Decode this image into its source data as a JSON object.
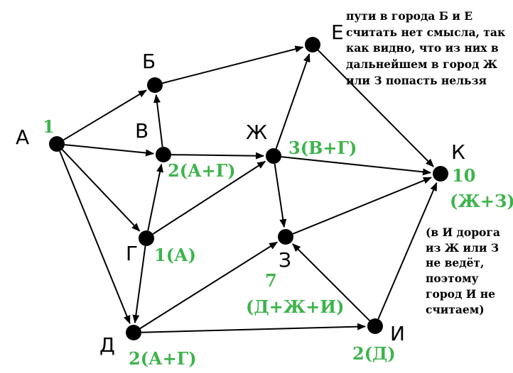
{
  "colors": {
    "ink": "#000000",
    "count": "#3cb44b"
  },
  "nodes": {
    "A": {
      "label": "А"
    },
    "B": {
      "label": "Б"
    },
    "V": {
      "label": "В"
    },
    "G": {
      "label": "Г"
    },
    "D": {
      "label": "Д"
    },
    "E": {
      "label": "Е"
    },
    "ZH": {
      "label": "Ж"
    },
    "Z": {
      "label": "З"
    },
    "I": {
      "label": "И"
    },
    "K": {
      "label": "К"
    }
  },
  "counts": {
    "A": "1",
    "V": "2(А+Г)",
    "G": "1(А)",
    "D": "2(А+Г)",
    "ZH": "3(В+Г)",
    "Z_num": "7",
    "Z_expr": "(Д+Ж+И)",
    "I": "2(Д)",
    "K_num": "10",
    "K_expr": "(Ж+З)"
  },
  "notes": {
    "top": [
      "пути в города Б и Е",
      "считать нет смысла, так",
      "как видно, что из них в",
      "дальнейшем в город Ж",
      "или З попасть нельзя"
    ],
    "right": [
      "(в И дорога",
      "из Ж или З",
      "не ведёт,",
      "поэтому",
      "город И не",
      "считаем)"
    ]
  },
  "edges": [
    [
      "A",
      "B"
    ],
    [
      "A",
      "V"
    ],
    [
      "A",
      "G"
    ],
    [
      "A",
      "D"
    ],
    [
      "V",
      "B"
    ],
    [
      "V",
      "ZH"
    ],
    [
      "B",
      "E"
    ],
    [
      "G",
      "V"
    ],
    [
      "G",
      "ZH"
    ],
    [
      "G",
      "D"
    ],
    [
      "ZH",
      "E"
    ],
    [
      "ZH",
      "K"
    ],
    [
      "ZH",
      "Z"
    ],
    [
      "E",
      "K"
    ],
    [
      "D",
      "Z"
    ],
    [
      "D",
      "I"
    ],
    [
      "I",
      "Z"
    ],
    [
      "I",
      "K"
    ],
    [
      "Z",
      "K"
    ]
  ]
}
